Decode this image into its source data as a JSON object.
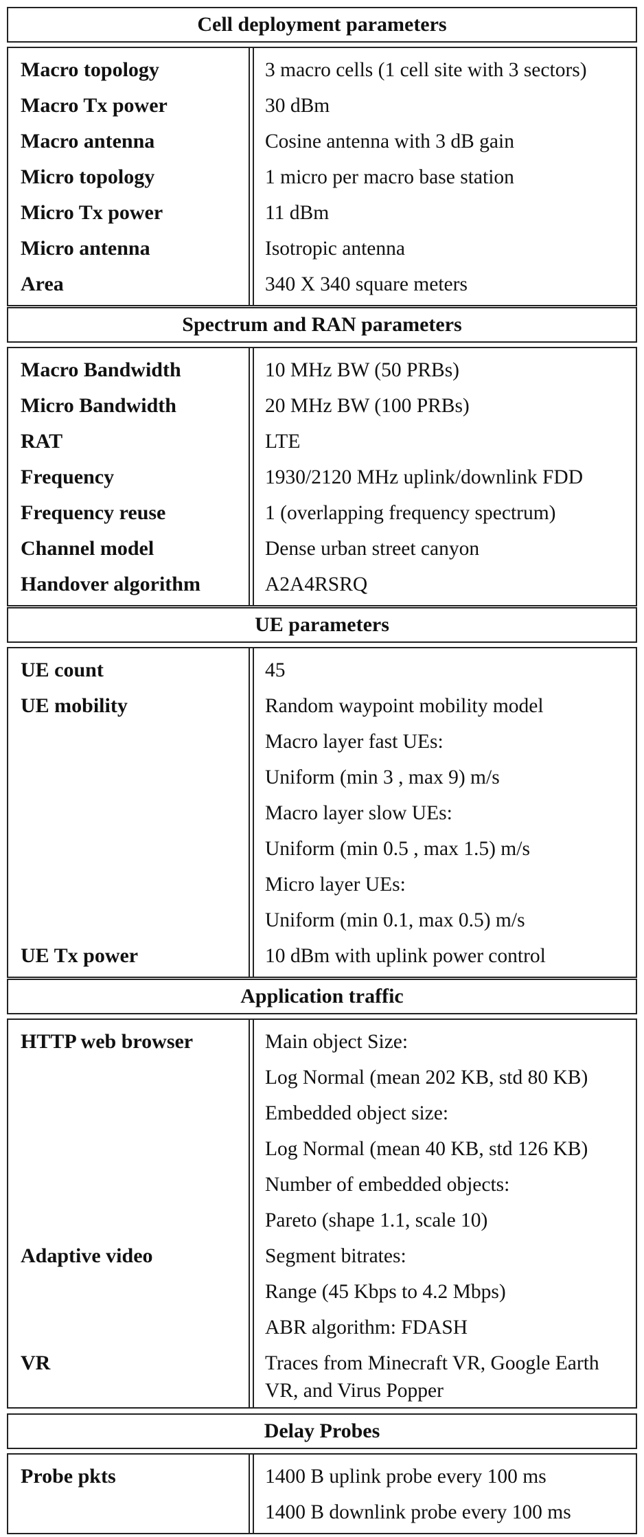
{
  "sections": [
    {
      "title": "Cell deployment parameters",
      "rows": [
        {
          "label": "Macro topology",
          "values": [
            "3 macro cells (1 cell site with 3 sectors)"
          ]
        },
        {
          "label": "Macro Tx power",
          "values": [
            "30 dBm"
          ]
        },
        {
          "label": "Macro antenna",
          "values": [
            "Cosine antenna with 3 dB gain"
          ]
        },
        {
          "label": "Micro topology",
          "values": [
            "1 micro per macro base station"
          ]
        },
        {
          "label": "Micro Tx power",
          "values": [
            "11 dBm"
          ]
        },
        {
          "label": "Micro antenna",
          "values": [
            "Isotropic antenna"
          ]
        },
        {
          "label": "Area",
          "values": [
            "340 X 340 square meters"
          ]
        }
      ]
    },
    {
      "title": "Spectrum and RAN parameters",
      "rows": [
        {
          "label": "Macro Bandwidth",
          "values": [
            "10 MHz BW (50 PRBs)"
          ]
        },
        {
          "label": "Micro Bandwidth",
          "values": [
            "20 MHz BW (100 PRBs)"
          ]
        },
        {
          "label": "RAT",
          "values": [
            "LTE"
          ]
        },
        {
          "label": "Frequency",
          "values": [
            "1930/2120 MHz uplink/downlink FDD"
          ]
        },
        {
          "label": "Frequency reuse",
          "values": [
            "1 (overlapping frequency spectrum)"
          ]
        },
        {
          "label": "Channel model",
          "values": [
            "Dense urban street canyon"
          ]
        },
        {
          "label": "Handover algorithm",
          "values": [
            "A2A4RSRQ"
          ]
        }
      ]
    },
    {
      "title": "UE parameters",
      "rows": [
        {
          "label": "UE count",
          "values": [
            "45"
          ]
        },
        {
          "label": "UE mobility",
          "values": [
            "Random waypoint mobility model",
            "Macro layer fast UEs:",
            "Uniform (min 3 , max 9) m/s",
            "Macro layer slow UEs:",
            "Uniform (min 0.5 , max 1.5) m/s",
            "Micro layer UEs:",
            "Uniform (min 0.1, max 0.5) m/s"
          ]
        },
        {
          "label": "UE Tx power",
          "values": [
            "10 dBm with uplink power control"
          ]
        }
      ]
    },
    {
      "title": "Application traffic",
      "rows": [
        {
          "label": "HTTP web browser",
          "values": [
            "Main object Size:",
            "Log Normal (mean 202 KB, std 80 KB)",
            "Embedded object size:",
            "Log Normal (mean 40 KB, std 126 KB)",
            "Number of embedded objects:",
            "Pareto (shape 1.1, scale 10)"
          ]
        },
        {
          "label": "Adaptive video",
          "values": [
            "Segment bitrates:",
            "Range (45 Kbps to 4.2 Mbps)",
            "ABR algorithm: FDASH"
          ]
        },
        {
          "label": "VR",
          "values": [
            "Traces from Minecraft VR, Google Earth VR, and Virus Popper"
          ],
          "wrap": true
        }
      ]
    },
    {
      "title": "Delay Probes",
      "rows": [
        {
          "label": "Probe pkts",
          "values": [
            "1400 B uplink probe every 100 ms",
            "1400 B downlink probe every 100 ms"
          ]
        }
      ]
    }
  ]
}
